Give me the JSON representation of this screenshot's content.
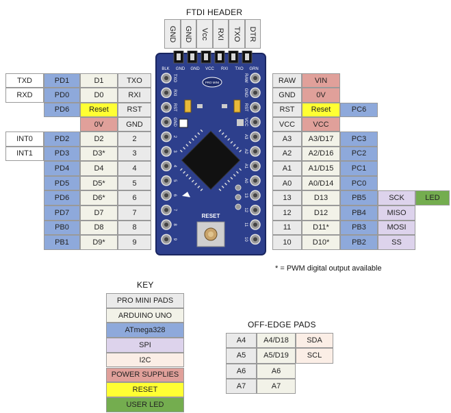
{
  "colors": {
    "pro_mini_pads": "#eaeaea",
    "arduino_uno": "#f2f2e8",
    "atmega328": "#8ea9db",
    "spi": "#ddd3ec",
    "i2c": "#fbeee6",
    "power_supplies": "#e0a09a",
    "reset": "#ffff33",
    "user_led": "#74ad4f",
    "plain": "#ffffff",
    "board_blue": "#2d3f8c"
  },
  "ftdi": {
    "title": "FTDI HEADER",
    "pins": [
      "GND",
      "GND",
      "Vcc",
      "RXI",
      "TXO",
      "DTR"
    ]
  },
  "left_rows": [
    [
      "TXD",
      "PD1",
      "D1",
      "TXO"
    ],
    [
      "RXD",
      "PD0",
      "D0",
      "RXI"
    ],
    [
      "",
      "PD6",
      "Reset",
      "RST"
    ],
    [
      "",
      "",
      "0V",
      "GND"
    ],
    [
      "INT0",
      "PD2",
      "D2",
      "2"
    ],
    [
      "INT1",
      "PD3",
      "D3*",
      "3"
    ],
    [
      "",
      "PD4",
      "D4",
      "4"
    ],
    [
      "",
      "PD5",
      "D5*",
      "5"
    ],
    [
      "",
      "PD6",
      "D6*",
      "6"
    ],
    [
      "",
      "PD7",
      "D7",
      "7"
    ],
    [
      "",
      "PB0",
      "D8",
      "8"
    ],
    [
      "",
      "PB1",
      "D9*",
      "9"
    ]
  ],
  "right_rows": [
    [
      "RAW",
      "VIN",
      "",
      "",
      ""
    ],
    [
      "GND",
      "0V",
      "",
      "",
      ""
    ],
    [
      "RST",
      "Reset",
      "PC6",
      "",
      ""
    ],
    [
      "VCC",
      "VCC",
      "",
      "",
      ""
    ],
    [
      "A3",
      "A3/D17",
      "PC3",
      "",
      ""
    ],
    [
      "A2",
      "A2/D16",
      "PC2",
      "",
      ""
    ],
    [
      "A1",
      "A1/D15",
      "PC1",
      "",
      ""
    ],
    [
      "A0",
      "A0/D14",
      "PC0",
      "",
      ""
    ],
    [
      "13",
      "D13",
      "PB5",
      "SCK",
      "LED"
    ],
    [
      "12",
      "D12",
      "PB4",
      "MISO",
      ""
    ],
    [
      "11",
      "D11*",
      "PB3",
      "MOSI",
      ""
    ],
    [
      "10",
      "D10*",
      "PB2",
      "SS",
      ""
    ]
  ],
  "pwm_note": "* = PWM digital output available",
  "key": {
    "title": "KEY",
    "items": [
      "PRO MINI PADS",
      "ARDUINO UNO",
      "ATmega328",
      "SPI",
      "I2C",
      "POWER SUPPLIES",
      "RESET",
      "USER LED"
    ]
  },
  "off_edge": {
    "title": "OFF-EDGE PADS",
    "rows": [
      [
        "A4",
        "A4/D18",
        "SDA"
      ],
      [
        "A5",
        "A5/D19",
        "SCL"
      ],
      [
        "A6",
        "A6",
        ""
      ],
      [
        "A7",
        "A7",
        ""
      ]
    ]
  },
  "board": {
    "top_labels": [
      "BLK",
      "GND",
      "GND",
      "VCC",
      "RXI",
      "TXO",
      "GRN"
    ],
    "left_labels": [
      "TXO",
      "RXI",
      "RST",
      "GND",
      "2",
      "3",
      "4",
      "5",
      "6",
      "7",
      "8",
      "9"
    ],
    "right_labels": [
      "RAW",
      "GND",
      "RST",
      "VCC",
      "A3",
      "A2",
      "A1",
      "A0",
      "13",
      "12",
      "11",
      "10"
    ],
    "reset_label": "RESET",
    "logo_text": "PRO MINI"
  }
}
